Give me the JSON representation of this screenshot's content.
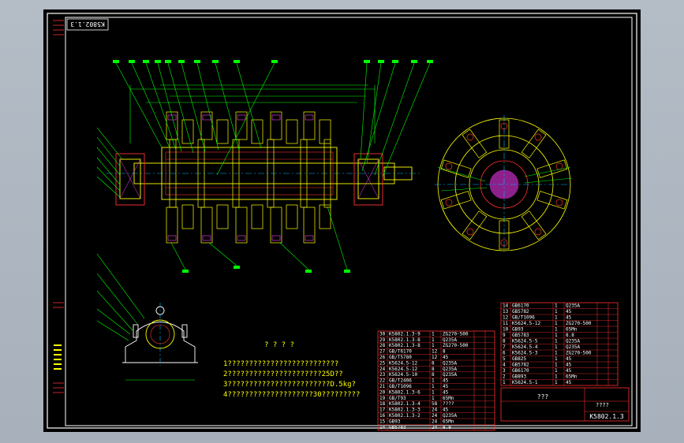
{
  "title_block": {
    "drawing_number_rotated": "K5802.1.3",
    "name": "???",
    "subname": "????",
    "drawing_number": "K5802.1.3"
  },
  "technical_requirements": {
    "heading": "? ? ? ?",
    "line1": "1??????????????????????????",
    "line2": "2??????????????????????25D??",
    "line3": "3????????????????????????D.5kg?",
    "line4": "4????????????????????30?????????"
  },
  "bom_left": [
    [
      "30",
      "K5802.1.3-9",
      "1",
      "ZG270-500",
      "",
      ""
    ],
    [
      "29",
      "K5802.1.3-8",
      "1",
      "Q235A",
      "",
      ""
    ],
    [
      "28",
      "K5802.1.3-8",
      "1",
      "ZG270-500",
      "",
      ""
    ],
    [
      "27",
      "GB/T6170",
      "12",
      "8",
      "",
      ""
    ],
    [
      "26",
      "GB/T5780",
      "12",
      "45",
      "",
      ""
    ],
    [
      "25",
      "K5624.5-12",
      "8",
      "Q235A",
      "",
      ""
    ],
    [
      "24",
      "K5624.5-12",
      "8",
      "Q235A",
      "",
      ""
    ],
    [
      "23",
      "K5624.5-10",
      "8",
      "Q235A",
      "",
      ""
    ],
    [
      "22",
      "GB/T2406",
      "1",
      "45",
      "",
      ""
    ],
    [
      "21",
      "GB/T1096",
      "1",
      "45",
      "",
      ""
    ],
    [
      "20",
      "K5802.1.3-6",
      "1",
      "45",
      "",
      ""
    ],
    [
      "19",
      "GB/T93",
      "1",
      "65Mn",
      "",
      ""
    ],
    [
      "18",
      "K5802.1.3-4",
      "58",
      "????",
      "",
      ""
    ],
    [
      "17",
      "K5802.1.3-3",
      "24",
      "45",
      "",
      ""
    ],
    [
      "16",
      "K5802.1.3-2",
      "24",
      "Q235A",
      "",
      ""
    ],
    [
      "15",
      "GB93",
      "24",
      "65Mn",
      "",
      ""
    ],
    [
      "14",
      "GB5783",
      "24",
      "8.8",
      "",
      ""
    ]
  ],
  "bom_right": [
    [
      "14",
      "GB6170",
      "1",
      "Q235A",
      "",
      ""
    ],
    [
      "13",
      "GB5782",
      "1",
      "45",
      "",
      ""
    ],
    [
      "12",
      "GB/T1096",
      "1",
      "45",
      "",
      ""
    ],
    [
      "11",
      "K5624.5-12",
      "1",
      "ZG270-500",
      "",
      ""
    ],
    [
      "10",
      "GB93",
      "1",
      "65Mn",
      "",
      ""
    ],
    [
      "9",
      "GB5783",
      "1",
      "8.8",
      "",
      ""
    ],
    [
      "8",
      "K5624.5-5",
      "1",
      "Q235A",
      "",
      ""
    ],
    [
      "7",
      "K5624.5-4",
      "1",
      "Q235A",
      "",
      ""
    ],
    [
      "6",
      "K5624.5-3",
      "1",
      "ZG270-500",
      "",
      ""
    ],
    [
      "5",
      "GB825",
      "1",
      "45",
      "",
      ""
    ],
    [
      "4",
      "GB5782",
      "1",
      "45",
      "",
      ""
    ],
    [
      "3",
      "GB6170",
      "1",
      "45",
      "",
      ""
    ],
    [
      "2",
      "GB893",
      "1",
      "65Mn",
      "",
      ""
    ],
    [
      "1",
      "K5624.5-1",
      "1",
      "45",
      "",
      ""
    ]
  ],
  "colors": {
    "background": "#000000",
    "frame": "#ffffff",
    "outline": "#ffff00",
    "leader": "#00ff00",
    "centerline": "#00b8ff",
    "hidden": "#ff3030",
    "hatch": "#ff3dff"
  }
}
